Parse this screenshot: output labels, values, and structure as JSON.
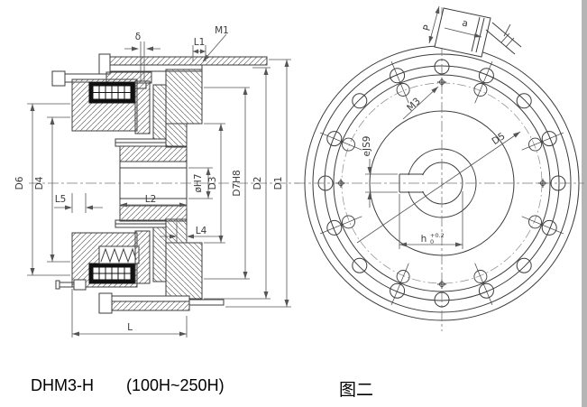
{
  "captions": {
    "model": "DHM3-H",
    "size_range": "(100H~250H)",
    "figure": "图二"
  },
  "left_view": {
    "labels": {
      "delta": "δ",
      "l1": "L1",
      "m1": "M1",
      "d6": "D6",
      "d4": "D4",
      "l5": "L5",
      "l2": "L2",
      "bore": "øH7",
      "d3": "D3",
      "d7h8": "D7H8",
      "d2": "D2",
      "d1": "D1",
      "l4": "L4",
      "l": "L"
    }
  },
  "right_view": {
    "labels": {
      "p": "P",
      "a": "a",
      "m3": "M3",
      "d5": "D5",
      "keyway": "eJS9",
      "h": "h",
      "h_tol_upper": "+0.2",
      "h_tol_lower": "0"
    }
  },
  "colors": {
    "line": "#3d3d3d",
    "dim": "#555555",
    "text": "#333333",
    "background": "#ffffff",
    "coil": "#111111",
    "scan_edge": "#b5b5b5"
  }
}
